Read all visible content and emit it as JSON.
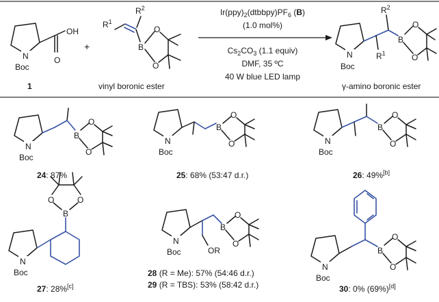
{
  "colors": {
    "ink": "#1a1a1a",
    "highlight": "#3652a3",
    "rule": "#000000"
  },
  "reaction": {
    "reactant_number": "1",
    "plus": "+",
    "reactant2_caption": "vinyl boronic ester",
    "product_caption": "γ-amino boronic ester",
    "conditions": {
      "catalyst_prefix": "Ir(ppy)",
      "catalyst_sub1": "2",
      "catalyst_mid": "(dtbbpy)PF",
      "catalyst_sub2": "6",
      "catalyst_open": " (",
      "catalyst_code": "B",
      "catalyst_close": ")",
      "loading": "(1.0 mol%)",
      "base_prefix": "Cs",
      "base_sub1": "2",
      "base_mid": "CO",
      "base_sub2": "3",
      "base_equiv": " (1.1 equiv)",
      "solvent_temp": "DMF, 35 ºC",
      "light": "40 W blue LED lamp"
    }
  },
  "atoms": {
    "N": "N",
    "O": "O",
    "B": "B",
    "OH": "OH",
    "Boc": "Boc",
    "R1": "R",
    "R1_sup": "1",
    "R2": "R",
    "R2_sup": "2",
    "OR": "OR"
  },
  "products": [
    {
      "id": "24",
      "yield": ": 87%",
      "note": ""
    },
    {
      "id": "25",
      "yield": ": 68% (53:47 d.r.)",
      "note": ""
    },
    {
      "id": "26",
      "yield": ": 49%",
      "note": "[b]"
    },
    {
      "id": "27",
      "yield": ": 28%",
      "note": "[c]"
    },
    {
      "id": "28",
      "yield": " (R = Me): 57% (54:46 d.r.)",
      "note": ""
    },
    {
      "id": "29",
      "yield": " (R = TBS): 53% (58:42 d.r.)",
      "note": ""
    },
    {
      "id": "30",
      "yield": ": 0% (69%)",
      "note": "[d]"
    }
  ]
}
